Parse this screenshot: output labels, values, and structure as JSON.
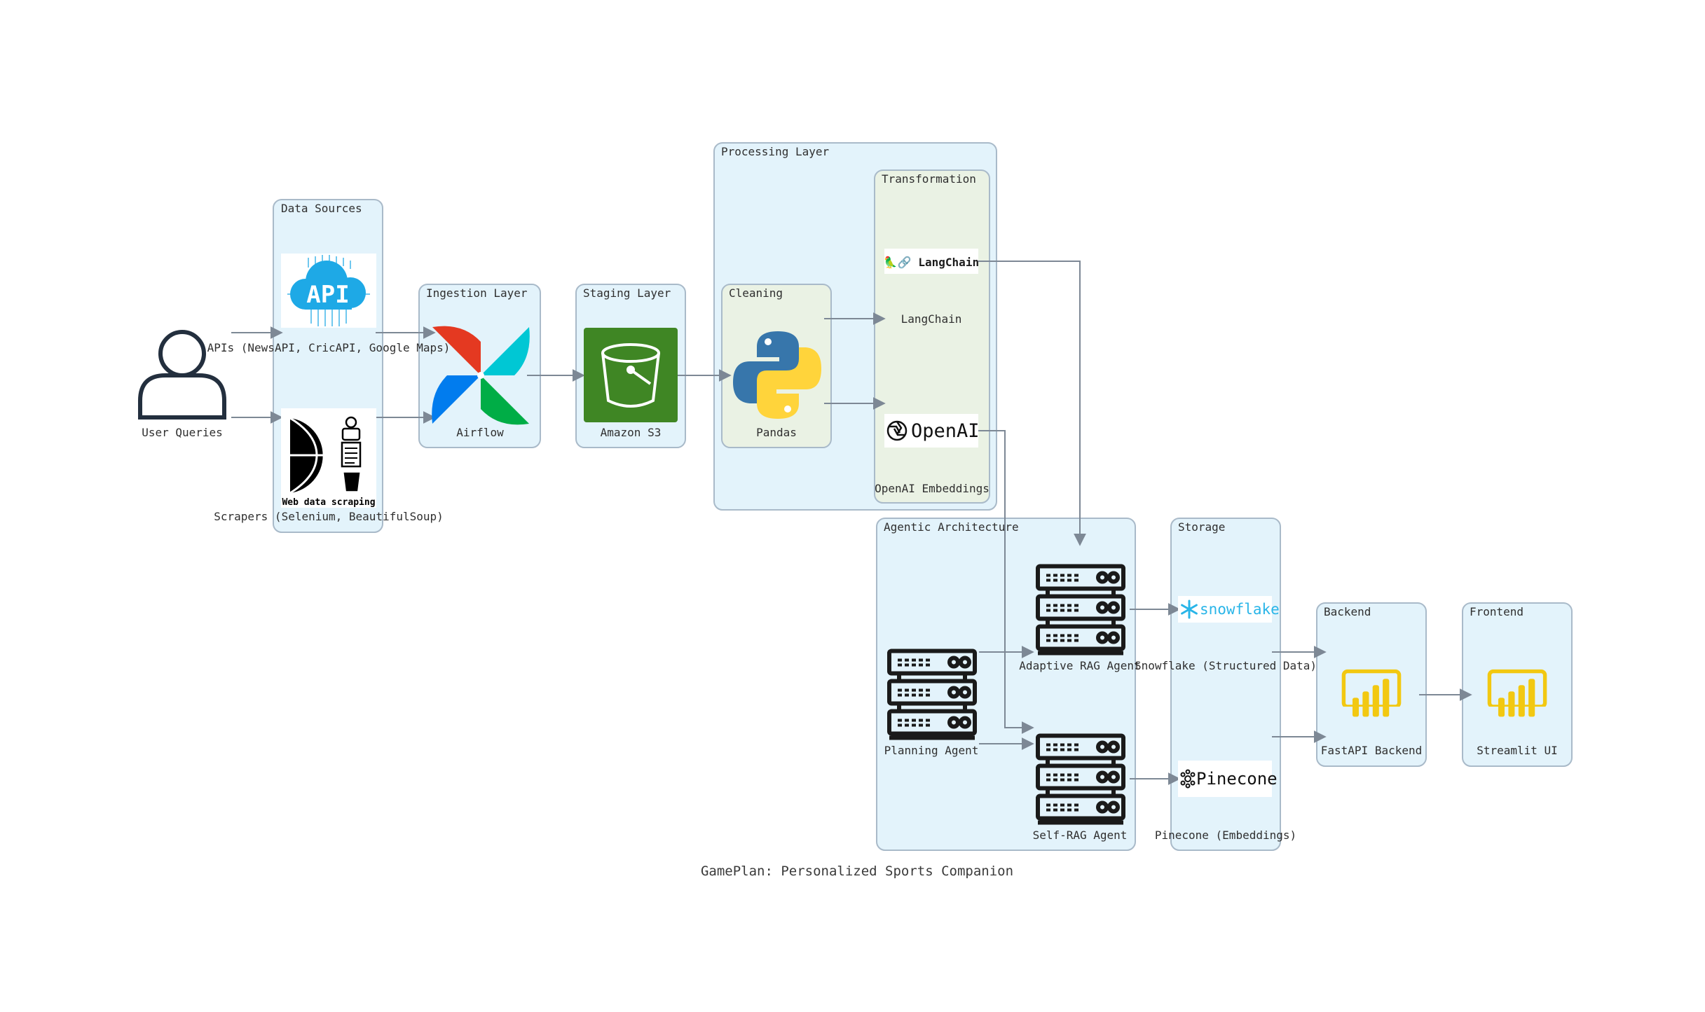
{
  "diagram": {
    "caption": "GamePlan: Personalized Sports Companion",
    "clusters": {
      "data_sources": "Data Sources",
      "ingestion": "Ingestion Layer",
      "staging": "Staging Layer",
      "processing": "Processing Layer",
      "cleaning": "Cleaning",
      "transformation": "Transformation",
      "agentic": "Agentic Architecture",
      "storage": "Storage",
      "backend": "Backend",
      "frontend": "Frontend"
    },
    "nodes": {
      "user": "User Queries",
      "apis": "APIs (NewsAPI, CricAPI, Google Maps)",
      "scrapers": "Scrapers (Selenium, BeautifulSoup)",
      "airflow": "Airflow",
      "s3": "Amazon S3",
      "pandas": "Pandas",
      "langchain": "LangChain",
      "openai": "OpenAI Embeddings",
      "planning": "Planning Agent",
      "adaptive_rag": "Adaptive RAG Agent",
      "self_rag": "Self-RAG Agent",
      "snowflake": "Snowflake (Structured Data)",
      "pinecone": "Pinecone (Embeddings)",
      "fastapi": "FastAPI Backend",
      "streamlit": "Streamlit UI"
    },
    "logos": {
      "api": "API",
      "web_scraping": "Web data scraping",
      "langchain": "🦜🔗 LangChain",
      "openai": "OpenAI",
      "snowflake": "snowflake",
      "pinecone": "Pinecone"
    },
    "colors": {
      "cluster_fill": "#e3f3fb",
      "cluster_green_fill": "#eaf2e4",
      "cluster_stroke": "#a9bac9",
      "edge": "#7d8895",
      "airflow_red": "#e43921",
      "airflow_teal": "#00c7d4",
      "airflow_green": "#00ad46",
      "airflow_blue": "#017cee",
      "s3_green": "#3f8624",
      "python_blue": "#3776ab",
      "python_yellow": "#ffd43b",
      "snowflake_blue": "#29b5e8",
      "powerbi_yellow": "#f2c811",
      "server_dark": "#1a1a1a"
    },
    "icons": [
      "user-icon",
      "api-cloud-icon",
      "web-scraping-icon",
      "airflow-icon",
      "s3-bucket-icon",
      "python-icon",
      "langchain-logo",
      "openai-logo",
      "server-icon",
      "snowflake-logo",
      "pinecone-logo",
      "powerbi-icon"
    ]
  }
}
